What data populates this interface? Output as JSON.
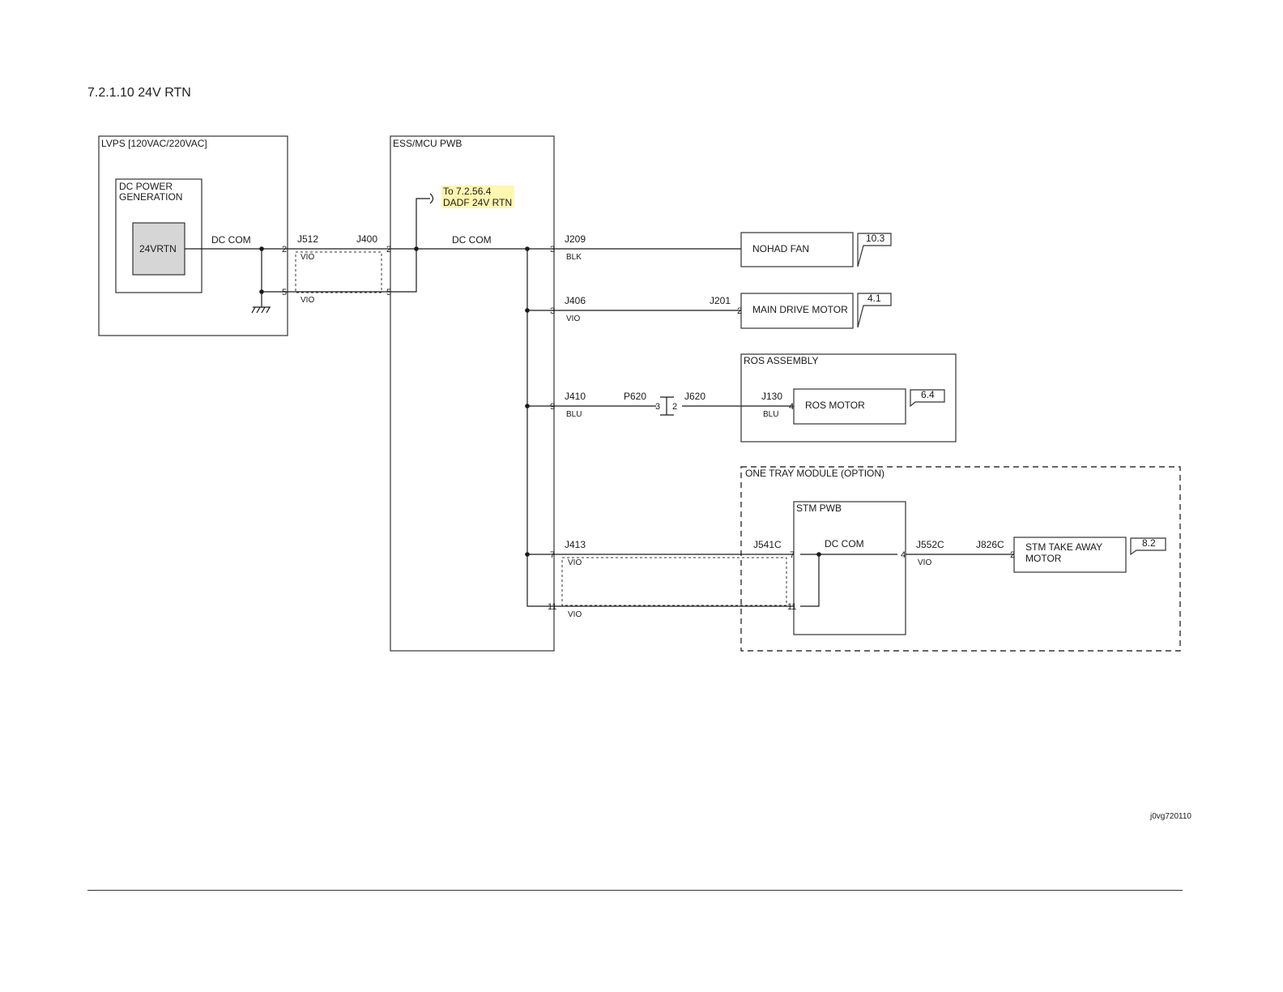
{
  "title": "7.2.1.10 24V RTN",
  "blocks": {
    "lvps": "LVPS [120VAC/220VAC]",
    "dc_power_1": "DC POWER",
    "dc_power_2": "GENERATION",
    "rtn": "24VRTN",
    "ess": "ESS/MCU PWB",
    "ros_assembly": "ROS ASSEMBLY",
    "one_tray": "ONE TRAY MODULE (OPTION)",
    "stm_pwb": "STM PWB"
  },
  "note": {
    "line1": "To 7.2.56.4",
    "line2": "DADF 24V RTN",
    "color": "#fff6b0"
  },
  "signals": {
    "dc_com_lvps": "DC COM",
    "dc_com_ess": "DC COM",
    "dc_com_stm": "DC COM"
  },
  "connectors": {
    "j512": "J512",
    "j400": "J400",
    "j209": "J209",
    "j406": "J406",
    "j201": "J201",
    "j410": "J410",
    "p620": "P620",
    "j620": "J620",
    "j130": "J130",
    "j413": "J413",
    "j541c": "J541C",
    "j552c": "J552C",
    "j826c": "J826C"
  },
  "wire_colors": {
    "j512_vio_1": "VIO",
    "j512_vio_2": "VIO",
    "j209_blk": "BLK",
    "j406_vio": "VIO",
    "j410_blu": "BLU",
    "j130_blu": "BLU",
    "j413_vio_1": "VIO",
    "j413_vio_2": "VIO",
    "j552c_vio": "VIO"
  },
  "pins": {
    "lvps_2": "2",
    "lvps_5": "5",
    "j400_2": "2",
    "j400_5": "5",
    "j209_3": "3",
    "j406_3": "3",
    "j201_2": "2",
    "j410_9": "9",
    "p620_3": "3",
    "j620_2": "2",
    "j130_4": "4",
    "j413_7": "7",
    "j413_11": "11",
    "j541c_7": "7",
    "j541c_11": "11",
    "j552c_4": "4",
    "j826c_2": "2"
  },
  "components": {
    "nohad_fan": "NOHAD FAN",
    "main_drive_motor": "MAIN DRIVE MOTOR",
    "ros_motor": "ROS MOTOR",
    "stm_motor_1": "STM TAKE AWAY",
    "stm_motor_2": "MOTOR"
  },
  "refs": {
    "nohad_fan": "10.3",
    "main_drive": "4.1",
    "ros_motor": "6.4",
    "stm_motor": "8.2"
  },
  "figure_id": "j0vg720110"
}
